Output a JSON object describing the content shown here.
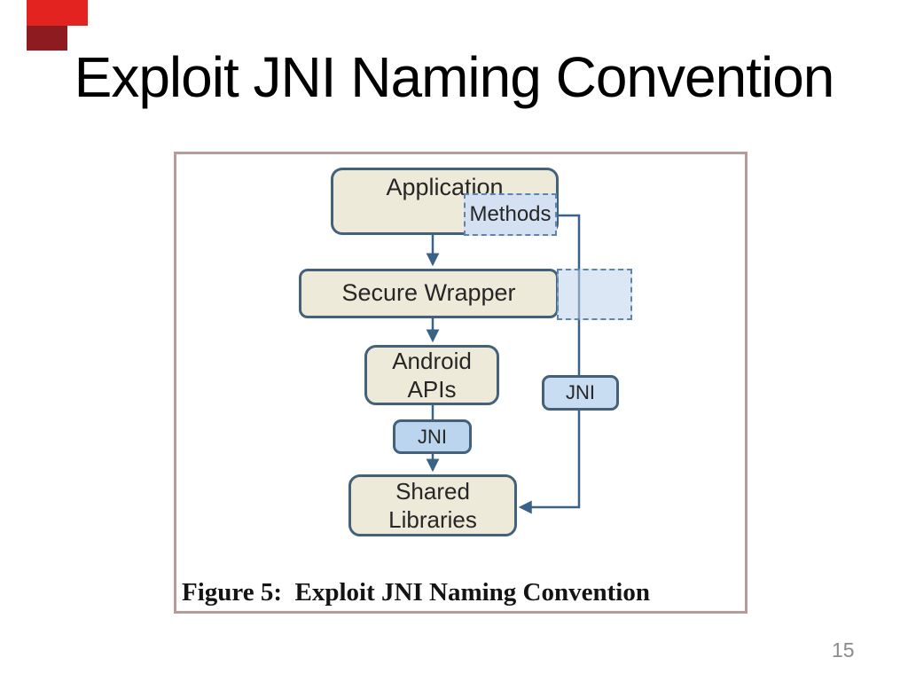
{
  "slide": {
    "title": "Exploit JNI Naming Convention",
    "page_number": "15"
  },
  "decoration": {
    "corner_red_primary": "#e2231f",
    "corner_red_dark": "#8e1b20"
  },
  "figure": {
    "caption": "Figure 5:  Exploit JNI Naming Convention",
    "border_color": "#b99a9a",
    "nodes": {
      "application": "Application",
      "methods": "Methods",
      "secure_wrapper": "Secure Wrapper",
      "android_apis": "Android\nAPIs",
      "jni_left": "JNI",
      "jni_right": "JNI",
      "shared_libraries": "Shared\nLibraries"
    },
    "colors": {
      "node_fill": "#eeead9",
      "node_border": "#44617c",
      "jni_fill": "#bcd5ee",
      "dashed_fill": "#d3e1f2",
      "dashed_border": "#5e85ac",
      "connector": "#3a6186"
    }
  }
}
